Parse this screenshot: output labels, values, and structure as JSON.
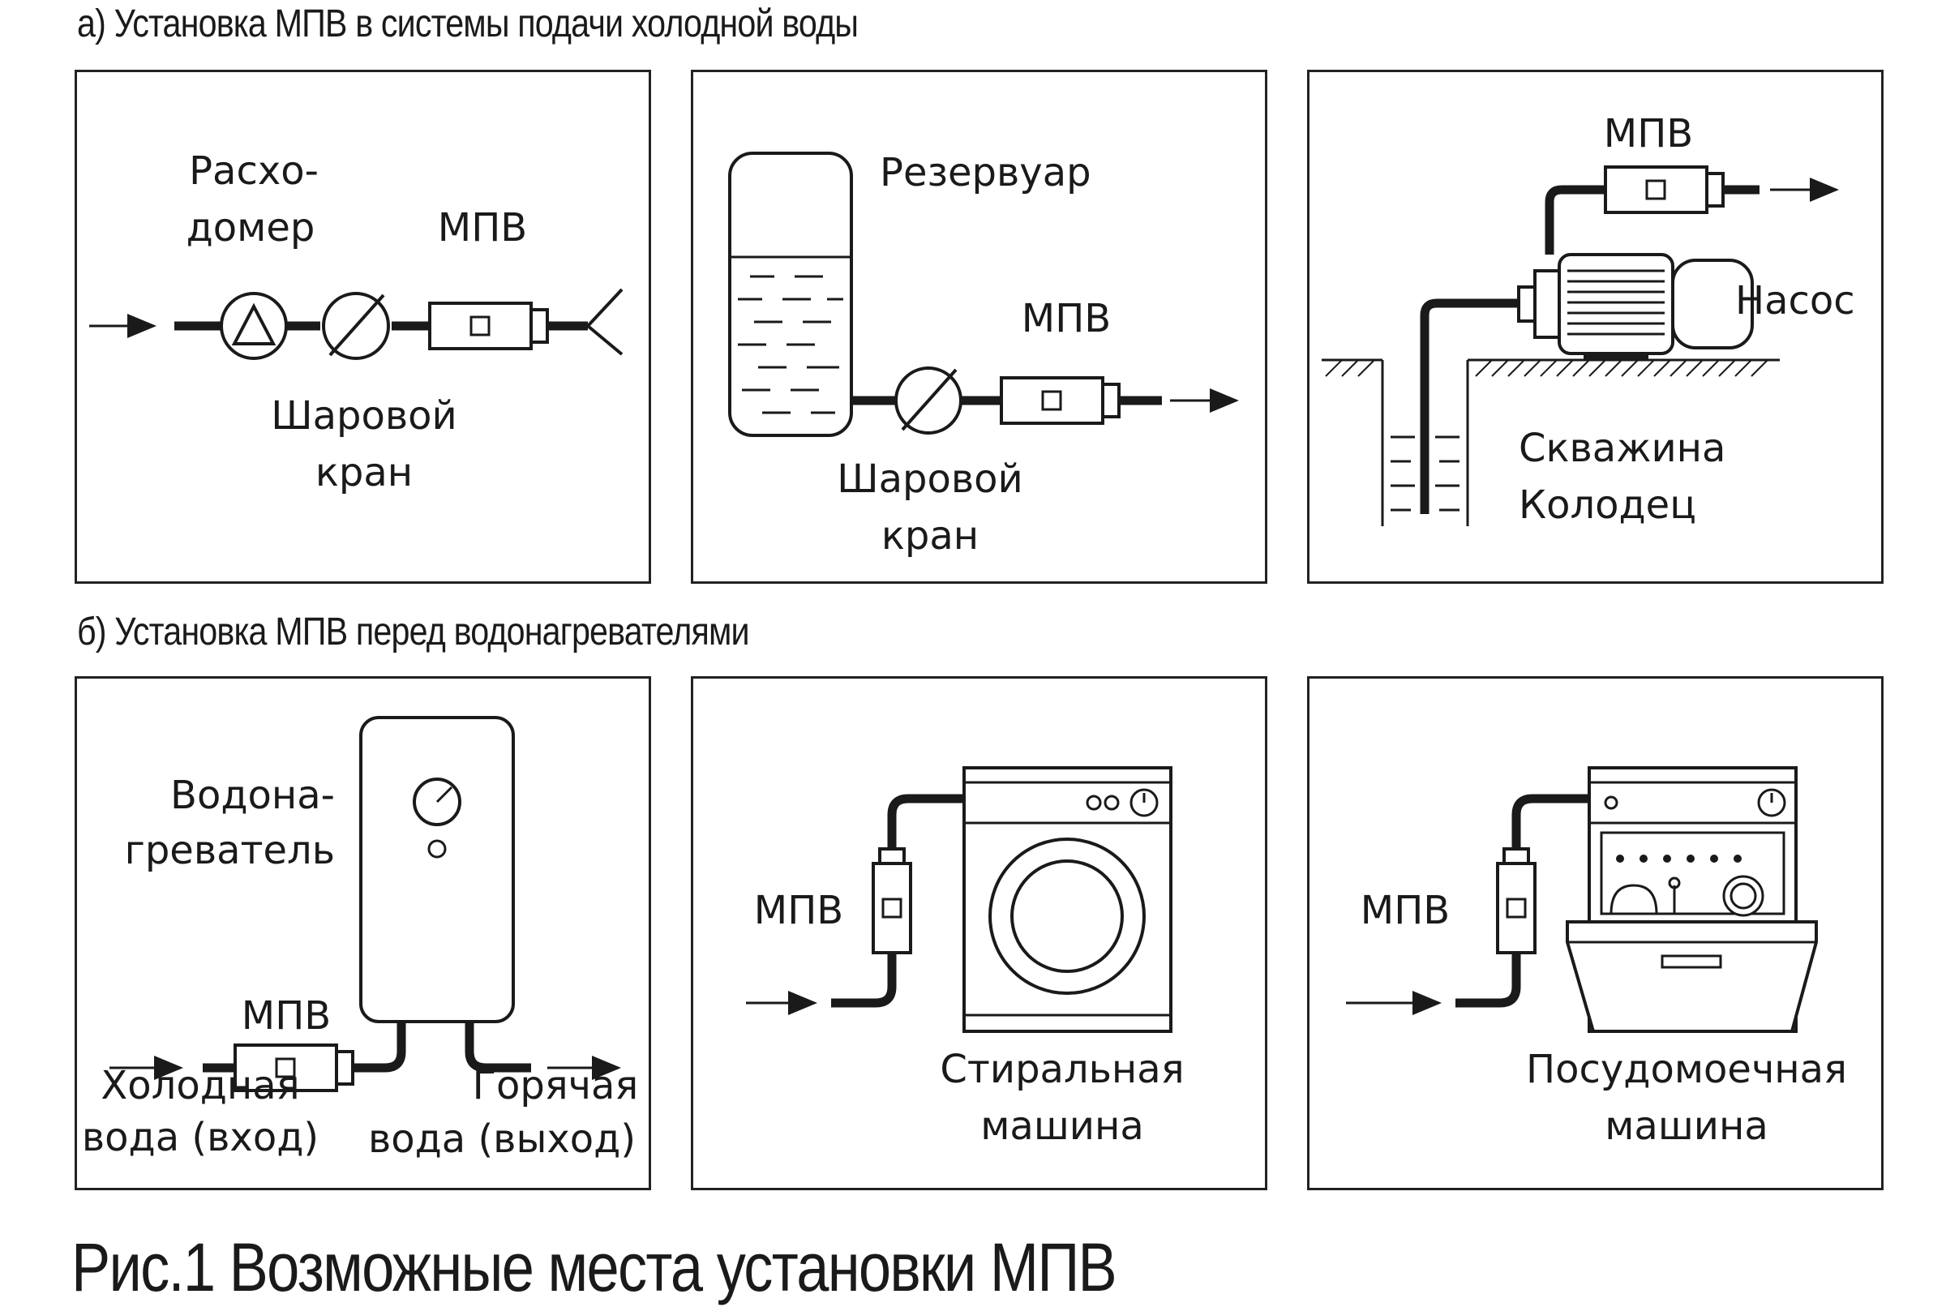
{
  "section_a": {
    "title": "а) Установка МПВ в системы подачи холодной воды",
    "panel1": {
      "meter_line1": "Расхо-",
      "meter_line2": "домер",
      "mpv": "МПВ",
      "valve_line1": "Шаровой",
      "valve_line2": "кран"
    },
    "panel2": {
      "tank": "Резервуар",
      "mpv": "МПВ",
      "valve_line1": "Шаровой",
      "valve_line2": "кран"
    },
    "panel3": {
      "mpv": "МПВ",
      "pump": "Насос",
      "well_line1": "Скважина",
      "well_line2": "Колодец"
    }
  },
  "section_b": {
    "title": "б) Установка МПВ перед водонагревателями",
    "panel1": {
      "heater_line1": "Водона-",
      "heater_line2": "греватель",
      "mpv": "МПВ",
      "cold_line1": "Холодная",
      "cold_line2": "вода (вход)",
      "hot_line1": "Горячая",
      "hot_line2": "вода (выход)"
    },
    "panel2": {
      "mpv": "МПВ",
      "device_line1": "Стиральная",
      "device_line2": "машина"
    },
    "panel3": {
      "mpv": "МПВ",
      "device_line1": "Посудомоечная",
      "device_line2": "машина"
    }
  },
  "caption": "Рис.1 Возможные места установки МПВ"
}
